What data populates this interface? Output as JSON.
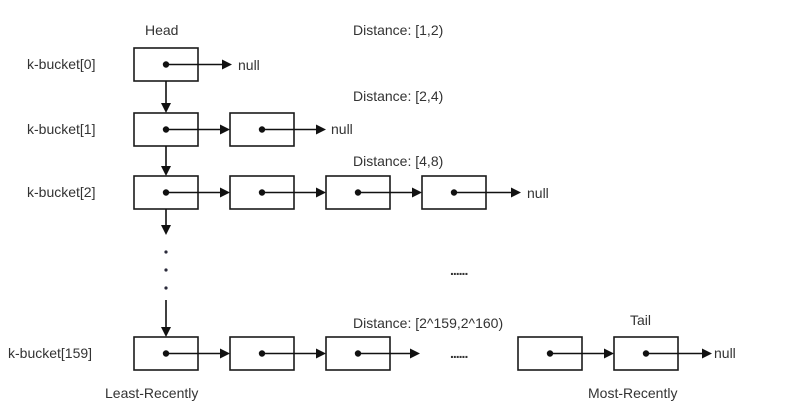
{
  "diagram": {
    "type": "kademlia-kbucket-linked-lists",
    "head_label": "Head",
    "tail_label": "Tail",
    "null_label": "null",
    "ellipsis": "......",
    "least_recent_label": "Least-Recently",
    "most_recent_label": "Most-Recently",
    "buckets": [
      {
        "label": "k-bucket[0]",
        "distance": "Distance: [1,2)",
        "nodes": 1
      },
      {
        "label": "k-bucket[1]",
        "distance": "Distance: [2,4)",
        "nodes": 2
      },
      {
        "label": "k-bucket[2]",
        "distance": "Distance: [4,8)",
        "nodes": 4
      },
      {
        "label": "k-bucket[159]",
        "distance": "Distance: [2^159,2^160)",
        "nodes_before_gap": 3,
        "nodes_after_gap": 2
      }
    ],
    "colors": {
      "stroke": "#111111",
      "text": "#333333",
      "background": "#ffffff"
    }
  }
}
